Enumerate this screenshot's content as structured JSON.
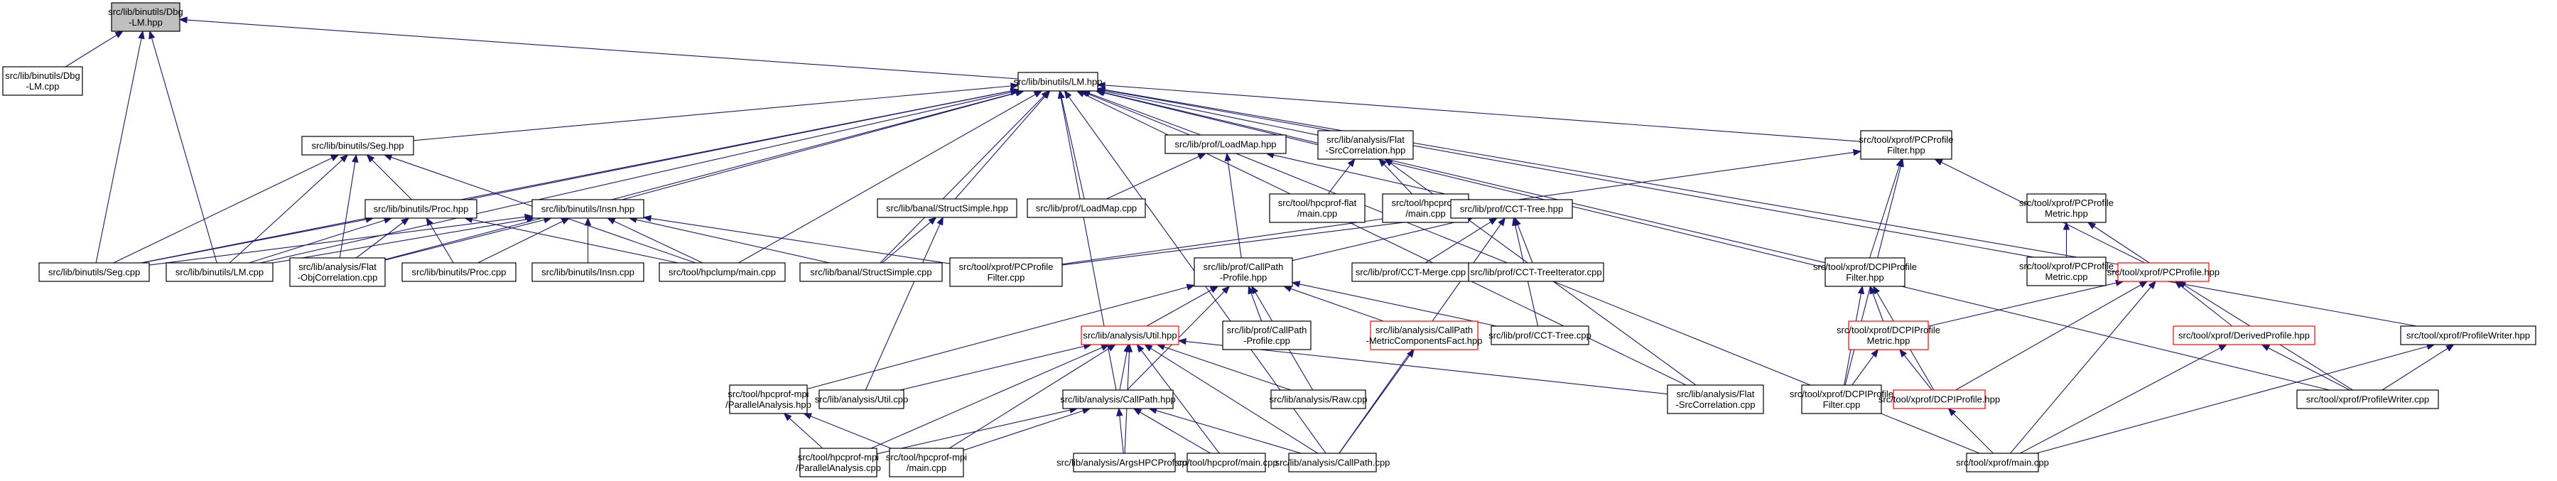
{
  "diagram": {
    "title": "Include dependency graph for src/lib/binutils/Dbg-LM.hpp",
    "colors": {
      "edge": "#191970",
      "root_fill": "#bfbfbf",
      "node_border": "#000000",
      "truncated_border": "#ff0000"
    },
    "nodes": [
      {
        "id": "dbglm_hpp",
        "lines": [
          "src/lib/binutils/Dbg",
          "-LM.hpp"
        ],
        "kind": "root"
      },
      {
        "id": "dbglm_cpp",
        "lines": [
          "src/lib/binutils/Dbg",
          "-LM.cpp"
        ]
      },
      {
        "id": "lm_hpp",
        "lines": [
          "src/lib/binutils/LM.hpp"
        ]
      },
      {
        "id": "seg_hpp",
        "lines": [
          "src/lib/binutils/Seg.hpp"
        ]
      },
      {
        "id": "proc_hpp",
        "lines": [
          "src/lib/binutils/Proc.hpp"
        ]
      },
      {
        "id": "insn_hpp",
        "lines": [
          "src/lib/binutils/Insn.hpp"
        ]
      },
      {
        "id": "seg_cpp",
        "lines": [
          "src/lib/binutils/Seg.cpp"
        ]
      },
      {
        "id": "lm_cpp",
        "lines": [
          "src/lib/binutils/LM.cpp"
        ]
      },
      {
        "id": "objcorr_cpp",
        "lines": [
          "src/lib/analysis/Flat",
          "-ObjCorrelation.cpp"
        ]
      },
      {
        "id": "proc_cpp",
        "lines": [
          "src/lib/binutils/Proc.cpp"
        ]
      },
      {
        "id": "insn_cpp",
        "lines": [
          "src/lib/binutils/Insn.cpp"
        ]
      },
      {
        "id": "hpclump_cpp",
        "lines": [
          "src/tool/hpclump/main.cpp"
        ]
      },
      {
        "id": "structsimple_hpp",
        "lines": [
          "src/lib/banal/StructSimple.hpp"
        ]
      },
      {
        "id": "structsimple_cpp",
        "lines": [
          "src/lib/banal/StructSimple.cpp"
        ]
      },
      {
        "id": "pcpf_cpp",
        "lines": [
          "src/tool/xprof/PCProfile",
          "Filter.cpp"
        ]
      },
      {
        "id": "loadmap_hpp",
        "lines": [
          "src/lib/prof/LoadMap.hpp"
        ]
      },
      {
        "id": "loadmap_cpp",
        "lines": [
          "src/lib/prof/LoadMap.cpp"
        ]
      },
      {
        "id": "srccorr_hpp",
        "lines": [
          "src/lib/analysis/Flat",
          "-SrcCorrelation.hpp"
        ]
      },
      {
        "id": "hpcprof_flat_cpp",
        "lines": [
          "src/tool/hpcprof-flat",
          "/main.cpp"
        ]
      },
      {
        "id": "hpcproftt_cpp",
        "lines": [
          "src/tool/hpcproftt",
          "/main.cpp"
        ]
      },
      {
        "id": "ccttree_hpp",
        "lines": [
          "src/lib/prof/CCT-Tree.hpp"
        ]
      },
      {
        "id": "cctmerge_cpp",
        "lines": [
          "src/lib/prof/CCT-Merge.cpp"
        ]
      },
      {
        "id": "cctiter_cpp",
        "lines": [
          "src/lib/prof/CCT-TreeIterator.cpp"
        ]
      },
      {
        "id": "callpathprof_hpp",
        "lines": [
          "src/lib/prof/CallPath",
          "-Profile.hpp"
        ]
      },
      {
        "id": "callpathprof_cpp",
        "lines": [
          "src/lib/prof/CallPath",
          "-Profile.cpp"
        ]
      },
      {
        "id": "metriccomp_hpp",
        "lines": [
          "src/lib/analysis/CallPath",
          "-MetricComponentsFact.hpp"
        ],
        "kind": "red"
      },
      {
        "id": "ccttree_cpp",
        "lines": [
          "src/lib/prof/CCT-Tree.cpp"
        ]
      },
      {
        "id": "util_hpp",
        "lines": [
          "src/lib/analysis/Util.hpp"
        ],
        "kind": "red"
      },
      {
        "id": "parallel_hpp",
        "lines": [
          "src/tool/hpcprof-mpi",
          "/ParallelAnalysis.hpp"
        ]
      },
      {
        "id": "util_cpp",
        "lines": [
          "src/lib/analysis/Util.cpp"
        ]
      },
      {
        "id": "callpath_hpp",
        "lines": [
          "src/lib/analysis/CallPath.hpp"
        ]
      },
      {
        "id": "raw_cpp",
        "lines": [
          "src/lib/analysis/Raw.cpp"
        ]
      },
      {
        "id": "srccorr_cpp",
        "lines": [
          "src/lib/analysis/Flat",
          "-SrcCorrelation.cpp"
        ]
      },
      {
        "id": "parallel_cpp",
        "lines": [
          "src/tool/hpcprof-mpi",
          "/ParallelAnalysis.cpp"
        ]
      },
      {
        "id": "mpi_main_cpp",
        "lines": [
          "src/tool/hpcprof-mpi",
          "/main.cpp"
        ]
      },
      {
        "id": "argshpc_cpp",
        "lines": [
          "src/lib/analysis/ArgsHPCProf.cpp"
        ]
      },
      {
        "id": "hpcprof_main_cpp",
        "lines": [
          "src/tool/hpcprof/main.cpp"
        ]
      },
      {
        "id": "callpath_cpp",
        "lines": [
          "src/lib/analysis/CallPath.cpp"
        ]
      },
      {
        "id": "pcpf_hpp",
        "lines": [
          "src/tool/xprof/PCProfile",
          "Filter.hpp"
        ]
      },
      {
        "id": "pcpm_hpp",
        "lines": [
          "src/tool/xprof/PCProfile",
          "Metric.hpp"
        ]
      },
      {
        "id": "pcpm_cpp",
        "lines": [
          "src/tool/xprof/PCProfile",
          "Metric.cpp"
        ]
      },
      {
        "id": "pcprofile_hpp",
        "lines": [
          "src/tool/xprof/PCProfile.hpp"
        ],
        "kind": "red"
      },
      {
        "id": "dcpipf_hpp",
        "lines": [
          "src/tool/xprof/DCPIProfile",
          "Filter.hpp"
        ]
      },
      {
        "id": "dcpipm_hpp",
        "lines": [
          "src/tool/xprof/DCPIProfile",
          "Metric.hpp"
        ],
        "kind": "red"
      },
      {
        "id": "dcpipf_cpp",
        "lines": [
          "src/tool/xprof/DCPIProfile",
          "Filter.cpp"
        ]
      },
      {
        "id": "dcpiprofile_hpp",
        "lines": [
          "src/tool/xprof/DCPIProfile.hpp"
        ],
        "kind": "red"
      },
      {
        "id": "derived_hpp",
        "lines": [
          "src/tool/xprof/DerivedProfile.hpp"
        ],
        "kind": "red"
      },
      {
        "id": "xprof_main_cpp",
        "lines": [
          "src/tool/xprof/main.cpp"
        ]
      },
      {
        "id": "pwriter_hpp",
        "lines": [
          "src/tool/xprof/ProfileWriter.hpp"
        ]
      },
      {
        "id": "pwriter_cpp",
        "lines": [
          "src/tool/xprof/ProfileWriter.cpp"
        ]
      }
    ],
    "edges": [
      [
        "dbglm_cpp",
        "dbglm_hpp"
      ],
      [
        "lm_hpp",
        "dbglm_hpp"
      ],
      [
        "seg_cpp",
        "dbglm_hpp"
      ],
      [
        "lm_cpp",
        "dbglm_hpp"
      ],
      [
        "seg_hpp",
        "lm_hpp"
      ],
      [
        "proc_hpp",
        "lm_hpp"
      ],
      [
        "insn_hpp",
        "lm_hpp"
      ],
      [
        "seg_cpp",
        "lm_hpp"
      ],
      [
        "lm_cpp",
        "lm_hpp"
      ],
      [
        "objcorr_cpp",
        "lm_hpp"
      ],
      [
        "hpclump_cpp",
        "lm_hpp"
      ],
      [
        "structsimple_hpp",
        "lm_hpp"
      ],
      [
        "structsimple_cpp",
        "lm_hpp"
      ],
      [
        "loadmap_hpp",
        "lm_hpp"
      ],
      [
        "loadmap_cpp",
        "lm_hpp"
      ],
      [
        "srccorr_hpp",
        "lm_hpp"
      ],
      [
        "callpath_hpp",
        "lm_hpp"
      ],
      [
        "srccorr_cpp",
        "lm_hpp"
      ],
      [
        "callpath_cpp",
        "lm_hpp"
      ],
      [
        "pcpf_hpp",
        "lm_hpp"
      ],
      [
        "dcpipf_hpp",
        "lm_hpp"
      ],
      [
        "pcprofile_hpp",
        "lm_hpp"
      ],
      [
        "xprof_main_cpp",
        "lm_hpp"
      ],
      [
        "pwriter_hpp",
        "lm_hpp"
      ],
      [
        "pwriter_cpp",
        "lm_hpp"
      ],
      [
        "proc_hpp",
        "seg_hpp"
      ],
      [
        "seg_cpp",
        "seg_hpp"
      ],
      [
        "lm_cpp",
        "seg_hpp"
      ],
      [
        "objcorr_cpp",
        "seg_hpp"
      ],
      [
        "hpclump_cpp",
        "seg_hpp"
      ],
      [
        "seg_cpp",
        "proc_hpp"
      ],
      [
        "lm_cpp",
        "proc_hpp"
      ],
      [
        "objcorr_cpp",
        "proc_hpp"
      ],
      [
        "proc_cpp",
        "proc_hpp"
      ],
      [
        "hpclump_cpp",
        "proc_hpp"
      ],
      [
        "seg_cpp",
        "insn_hpp"
      ],
      [
        "lm_cpp",
        "insn_hpp"
      ],
      [
        "objcorr_cpp",
        "insn_hpp"
      ],
      [
        "proc_cpp",
        "insn_hpp"
      ],
      [
        "insn_cpp",
        "insn_hpp"
      ],
      [
        "hpclump_cpp",
        "insn_hpp"
      ],
      [
        "structsimple_cpp",
        "insn_hpp"
      ],
      [
        "pcpf_cpp",
        "insn_hpp"
      ],
      [
        "structsimple_cpp",
        "structsimple_hpp"
      ],
      [
        "util_cpp",
        "structsimple_hpp"
      ],
      [
        "loadmap_cpp",
        "loadmap_hpp"
      ],
      [
        "callpathprof_hpp",
        "loadmap_hpp"
      ],
      [
        "ccttree_hpp",
        "loadmap_hpp"
      ],
      [
        "hpcprof_flat_cpp",
        "srccorr_hpp"
      ],
      [
        "hpcproftt_cpp",
        "srccorr_hpp"
      ],
      [
        "srccorr_cpp",
        "srccorr_hpp"
      ],
      [
        "cctmerge_cpp",
        "ccttree_hpp"
      ],
      [
        "cctiter_cpp",
        "ccttree_hpp"
      ],
      [
        "callpathprof_hpp",
        "ccttree_hpp"
      ],
      [
        "ccttree_cpp",
        "ccttree_hpp"
      ],
      [
        "callpath_cpp",
        "ccttree_hpp"
      ],
      [
        "pcpf_cpp",
        "ccttree_hpp"
      ],
      [
        "util_hpp",
        "callpathprof_hpp"
      ],
      [
        "callpathprof_cpp",
        "callpathprof_hpp"
      ],
      [
        "metriccomp_hpp",
        "callpathprof_hpp"
      ],
      [
        "ccttree_cpp",
        "callpathprof_hpp"
      ],
      [
        "callpath_hpp",
        "callpathprof_hpp"
      ],
      [
        "raw_cpp",
        "callpathprof_hpp"
      ],
      [
        "parallel_hpp",
        "callpathprof_hpp"
      ],
      [
        "callpath_cpp",
        "metriccomp_hpp"
      ],
      [
        "callpath_hpp",
        "util_hpp"
      ],
      [
        "util_cpp",
        "util_hpp"
      ],
      [
        "raw_cpp",
        "util_hpp"
      ],
      [
        "srccorr_cpp",
        "util_hpp"
      ],
      [
        "parallel_cpp",
        "util_hpp"
      ],
      [
        "mpi_main_cpp",
        "util_hpp"
      ],
      [
        "argshpc_cpp",
        "util_hpp"
      ],
      [
        "hpcprof_main_cpp",
        "util_hpp"
      ],
      [
        "callpath_cpp",
        "util_hpp"
      ],
      [
        "parallel_cpp",
        "parallel_hpp"
      ],
      [
        "mpi_main_cpp",
        "parallel_hpp"
      ],
      [
        "parallel_cpp",
        "callpath_hpp"
      ],
      [
        "mpi_main_cpp",
        "callpath_hpp"
      ],
      [
        "argshpc_cpp",
        "callpath_hpp"
      ],
      [
        "hpcprof_main_cpp",
        "callpath_hpp"
      ],
      [
        "callpath_cpp",
        "callpath_hpp"
      ],
      [
        "pcpf_cpp",
        "pcpf_hpp"
      ],
      [
        "dcpipf_hpp",
        "pcpf_hpp"
      ],
      [
        "dcpipf_cpp",
        "pcpf_hpp"
      ],
      [
        "pcprofile_hpp",
        "pcpf_hpp"
      ],
      [
        "pcpm_cpp",
        "pcpm_hpp"
      ],
      [
        "pcprofile_hpp",
        "pcpm_hpp"
      ],
      [
        "dcpipm_hpp",
        "pcprofile_hpp"
      ],
      [
        "derived_hpp",
        "pcprofile_hpp"
      ],
      [
        "dcpiprofile_hpp",
        "pcprofile_hpp"
      ],
      [
        "xprof_main_cpp",
        "pcprofile_hpp"
      ],
      [
        "pwriter_cpp",
        "pcprofile_hpp"
      ],
      [
        "dcpipm_hpp",
        "dcpipf_hpp"
      ],
      [
        "dcpipf_cpp",
        "dcpipf_hpp"
      ],
      [
        "dcpiprofile_hpp",
        "dcpipf_hpp"
      ],
      [
        "dcpipf_cpp",
        "dcpipm_hpp"
      ],
      [
        "dcpiprofile_hpp",
        "dcpipm_hpp"
      ],
      [
        "xprof_main_cpp",
        "dcpiprofile_hpp"
      ],
      [
        "xprof_main_cpp",
        "derived_hpp"
      ],
      [
        "pwriter_cpp",
        "derived_hpp"
      ],
      [
        "pwriter_cpp",
        "pwriter_hpp"
      ],
      [
        "xprof_main_cpp",
        "pwriter_hpp"
      ]
    ]
  }
}
